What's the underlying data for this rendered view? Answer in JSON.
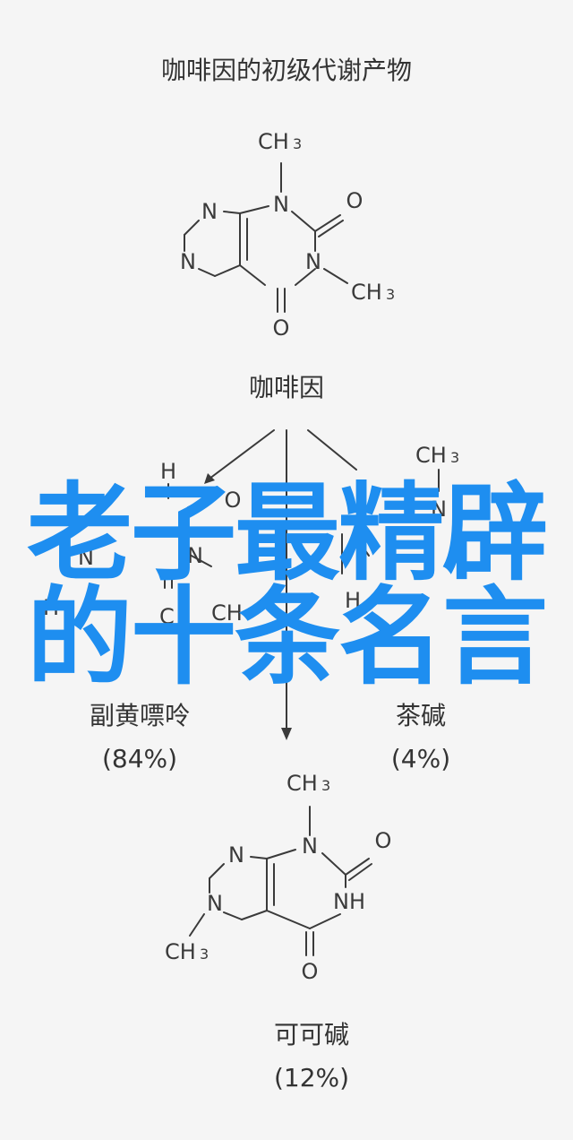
{
  "diagram": {
    "title": "咖啡因的初级代谢产物",
    "caffeine": {
      "name": "咖啡因",
      "atoms": {
        "n1": "N",
        "n2": "N",
        "n3": "N",
        "n4": "N",
        "o1": "O",
        "o2": "O",
        "ch3a": "CH",
        "ch3b": "CH",
        "sub": "3"
      }
    },
    "paraxanthine": {
      "name": "副黄嘌呤",
      "percent": "(84%)",
      "atoms": {
        "h": "H",
        "n": "N",
        "o": "O",
        "c": "C",
        "ch": "CH"
      }
    },
    "theophylline": {
      "name": "茶碱",
      "percent": "(4%)",
      "atoms": {
        "ch3": "CH",
        "sub": "3",
        "n": "N",
        "h": "H"
      }
    },
    "theobromine": {
      "name": "可可碱",
      "percent": "(12%)",
      "atoms": {
        "n1": "N",
        "n2": "N",
        "n3": "N",
        "nh": "NH",
        "o1": "O",
        "o2": "O",
        "ch3a": "CH",
        "ch3b": "CH",
        "sub": "3"
      }
    }
  },
  "overlay": {
    "line1": "老子最精辟",
    "line2": "的十条名言",
    "color": "#1e8ef0"
  }
}
